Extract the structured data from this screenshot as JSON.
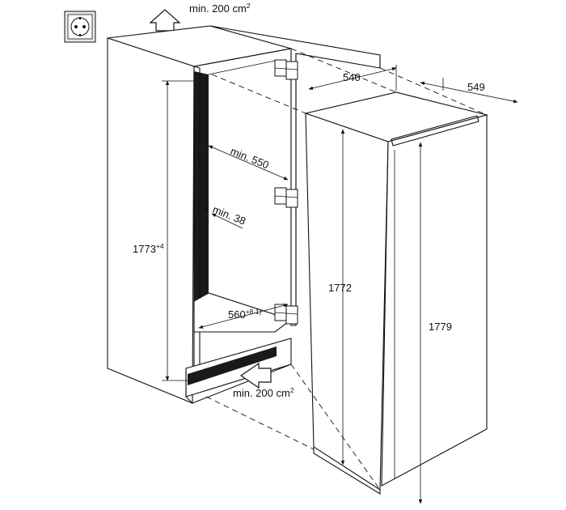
{
  "labels": {
    "vent_top": "min. 200 cm",
    "vent_top_sup": "2",
    "vent_bottom": "min. 200 cm",
    "vent_bottom_sup": "2",
    "depth_min": "min. 550",
    "gap_min": "min. 38",
    "width_niche": "560",
    "width_niche_sup": "+8 1)",
    "niche_height": "1773",
    "niche_height_sup": "+4",
    "appliance_depth": "540",
    "appliance_depth_door": "549",
    "appliance_height": "1772",
    "appliance_height_door": "1779"
  },
  "icons": {
    "socket": "power-socket-icon",
    "arrow_up": "airflow-up-arrow-icon",
    "arrow_in": "airflow-in-arrow-icon"
  }
}
